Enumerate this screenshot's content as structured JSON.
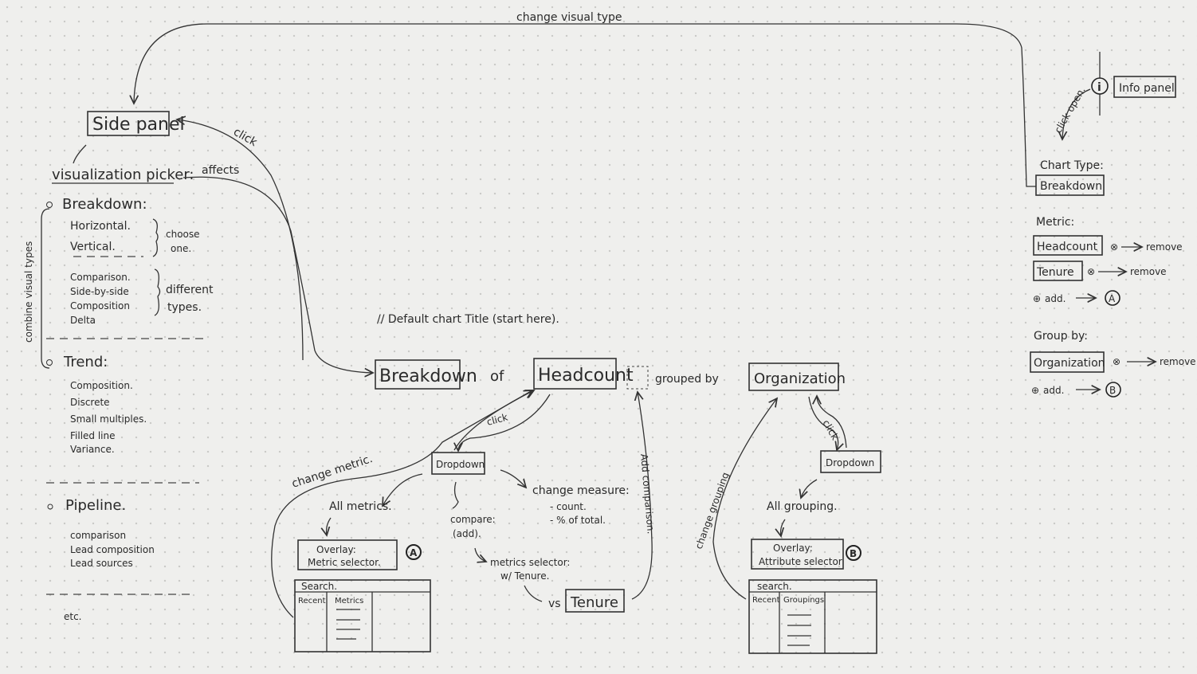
{
  "top_arrow_label": "change visual type",
  "side_panel": {
    "title": "Side panel",
    "click_label": "click",
    "picker_label": "visualization picker:",
    "affects_label": "affects",
    "combine_label": "combine visual types",
    "breakdown": {
      "title": "Breakdown:",
      "choose": [
        "Horizontal.",
        "Vertical."
      ],
      "choose_note": [
        "choose",
        "one."
      ],
      "types": [
        "Comparison.",
        "Side-by-side",
        "Composition",
        "Delta"
      ],
      "types_note": [
        "different",
        "types."
      ]
    },
    "trend": {
      "title": "Trend:",
      "items": [
        "Composition.",
        "Discrete",
        "Small multiples.",
        "Filled line",
        "Variance."
      ]
    },
    "pipeline": {
      "title": "Pipeline.",
      "items": [
        "comparison",
        "Lead composition",
        "Lead sources"
      ]
    },
    "etc": "etc."
  },
  "chart_title": {
    "comment": "// Default chart Title (start here).",
    "type": "Breakdown",
    "of": "of",
    "metric": "Headcount",
    "grouped_by": "grouped by",
    "group": "Organization"
  },
  "metric_flow": {
    "click_label": "click",
    "dropdown": "Dropdown",
    "change_metric": "change metric.",
    "all_metrics": "All metrics.",
    "overlay": [
      "Overlay:",
      "Metric selector."
    ],
    "badge": "A",
    "table": {
      "search": "Search.",
      "recent": "Recent",
      "col": "Metrics"
    },
    "compare": [
      "compare:",
      "(add)."
    ],
    "change_measure": "change measure:",
    "measures": [
      "- count.",
      "- % of total."
    ],
    "metrics_selector": [
      "metrics selector:",
      "w/ Tenure."
    ],
    "vs": "vs",
    "comparison_metric": "Tenure",
    "add_comparison": "Add comparison."
  },
  "group_flow": {
    "click_label": "click",
    "dropdown": "Dropdown",
    "change_grouping": "change grouping",
    "all_grouping": "All grouping.",
    "overlay": [
      "Overlay:",
      "Attribute selector"
    ],
    "badge": "B",
    "table": {
      "search": "search.",
      "recent": "Recent",
      "col": "Groupings"
    }
  },
  "info_panel": {
    "icon": "i",
    "title": "Info panel",
    "click_open": "click open.",
    "chart_type_label": "Chart Type:",
    "chart_type": "Breakdown",
    "metric_label": "Metric:",
    "metrics": [
      "Headcount",
      "Tenure"
    ],
    "remove": "remove",
    "add": "add.",
    "add_target_a": "A",
    "group_by_label": "Group by:",
    "group": "Organization",
    "add_target_b": "B"
  }
}
